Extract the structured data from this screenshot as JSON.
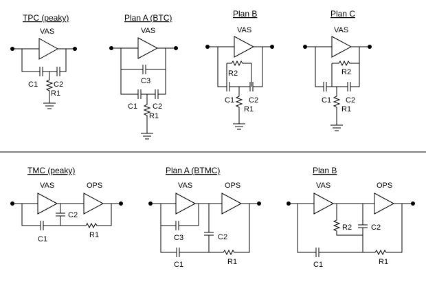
{
  "titles": {
    "tpc": "TPC (peaky)",
    "plan_a_btc": "Plan A (BTC)",
    "plan_b_top": "Plan B",
    "plan_c": "Plan C",
    "tmc": "TMC (peaky)",
    "plan_a_btmc": "Plan A (BTMC)",
    "plan_b_bottom": "Plan B"
  },
  "labels": {
    "vas": "VAS",
    "ops": "OPS",
    "c1": "C1",
    "c2": "C2",
    "c3": "C3",
    "r1": "R1",
    "r2": "R2"
  }
}
